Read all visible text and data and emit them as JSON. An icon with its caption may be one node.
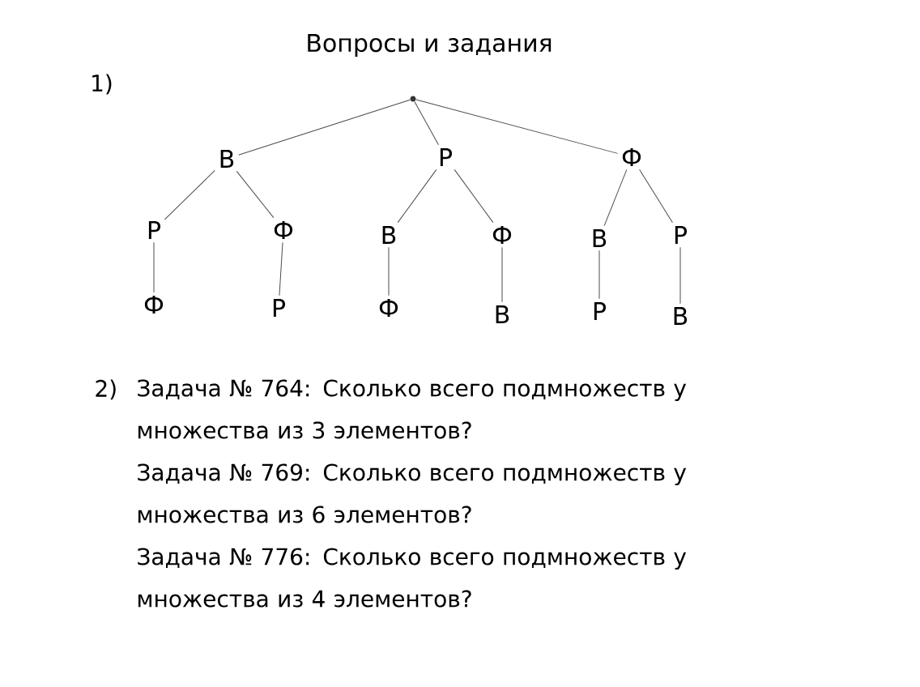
{
  "diagram": {
    "title": "Вопросы и задания",
    "nodes": [
      {
        "text": [],
        "shape": "circle"
      },
      {
        "text": [
          "В"
        ]
      },
      {
        "text": [
          "Р"
        ]
      },
      {
        "text": [
          "Ф"
        ]
      },
      {
        "text": [
          "Р"
        ]
      },
      {
        "text": [
          "Ф"
        ]
      },
      {
        "text": [
          "В"
        ]
      },
      {
        "text": [
          "Ф"
        ]
      },
      {
        "text": [
          "В"
        ]
      },
      {
        "text": [
          "Р"
        ]
      },
      {
        "text": [
          "Ф"
        ]
      },
      {
        "text": [
          "Р"
        ]
      },
      {
        "text": [
          "Ф"
        ]
      },
      {
        "text": [
          "В"
        ]
      },
      {
        "text": [
          "Р"
        ]
      },
      {
        "text": [
          "В"
        ]
      }
    ],
    "edges": [
      {
        "from": 0,
        "to": 1,
        "arrow": "none"
      },
      {
        "from": 0,
        "to": 2,
        "arrow": "none"
      },
      {
        "from": 0,
        "to": 3,
        "arrow": "none"
      },
      {
        "from": 1,
        "to": 4,
        "arrow": "none"
      },
      {
        "from": 1,
        "to": 5,
        "arrow": "none"
      },
      {
        "from": 2,
        "to": 6,
        "arrow": "none"
      },
      {
        "from": 2,
        "to": 7,
        "arrow": "none"
      },
      {
        "from": 3,
        "to": 8,
        "arrow": "none"
      },
      {
        "from": 3,
        "to": 9,
        "arrow": "none"
      },
      {
        "from": 4,
        "to": 10,
        "arrow": "none"
      },
      {
        "from": 5,
        "to": 11,
        "arrow": "none"
      },
      {
        "from": 6,
        "to": 12,
        "arrow": "none"
      },
      {
        "from": 7,
        "to": 13,
        "arrow": "none"
      },
      {
        "from": 8,
        "to": 14,
        "arrow": "none"
      },
      {
        "from": 9,
        "to": 15,
        "arrow": "none"
      }
    ],
    "labels": [
      "1)",
      "2)",
      "Задача № 764: Сколько всего подмножеств у множества из 3 элементов?",
      "Задача № 769: Сколько всего подмножеств у множества из 6 элементов?",
      "Задача № 776: Сколько всего подмножеств у множества из 4 элементов?"
    ]
  }
}
